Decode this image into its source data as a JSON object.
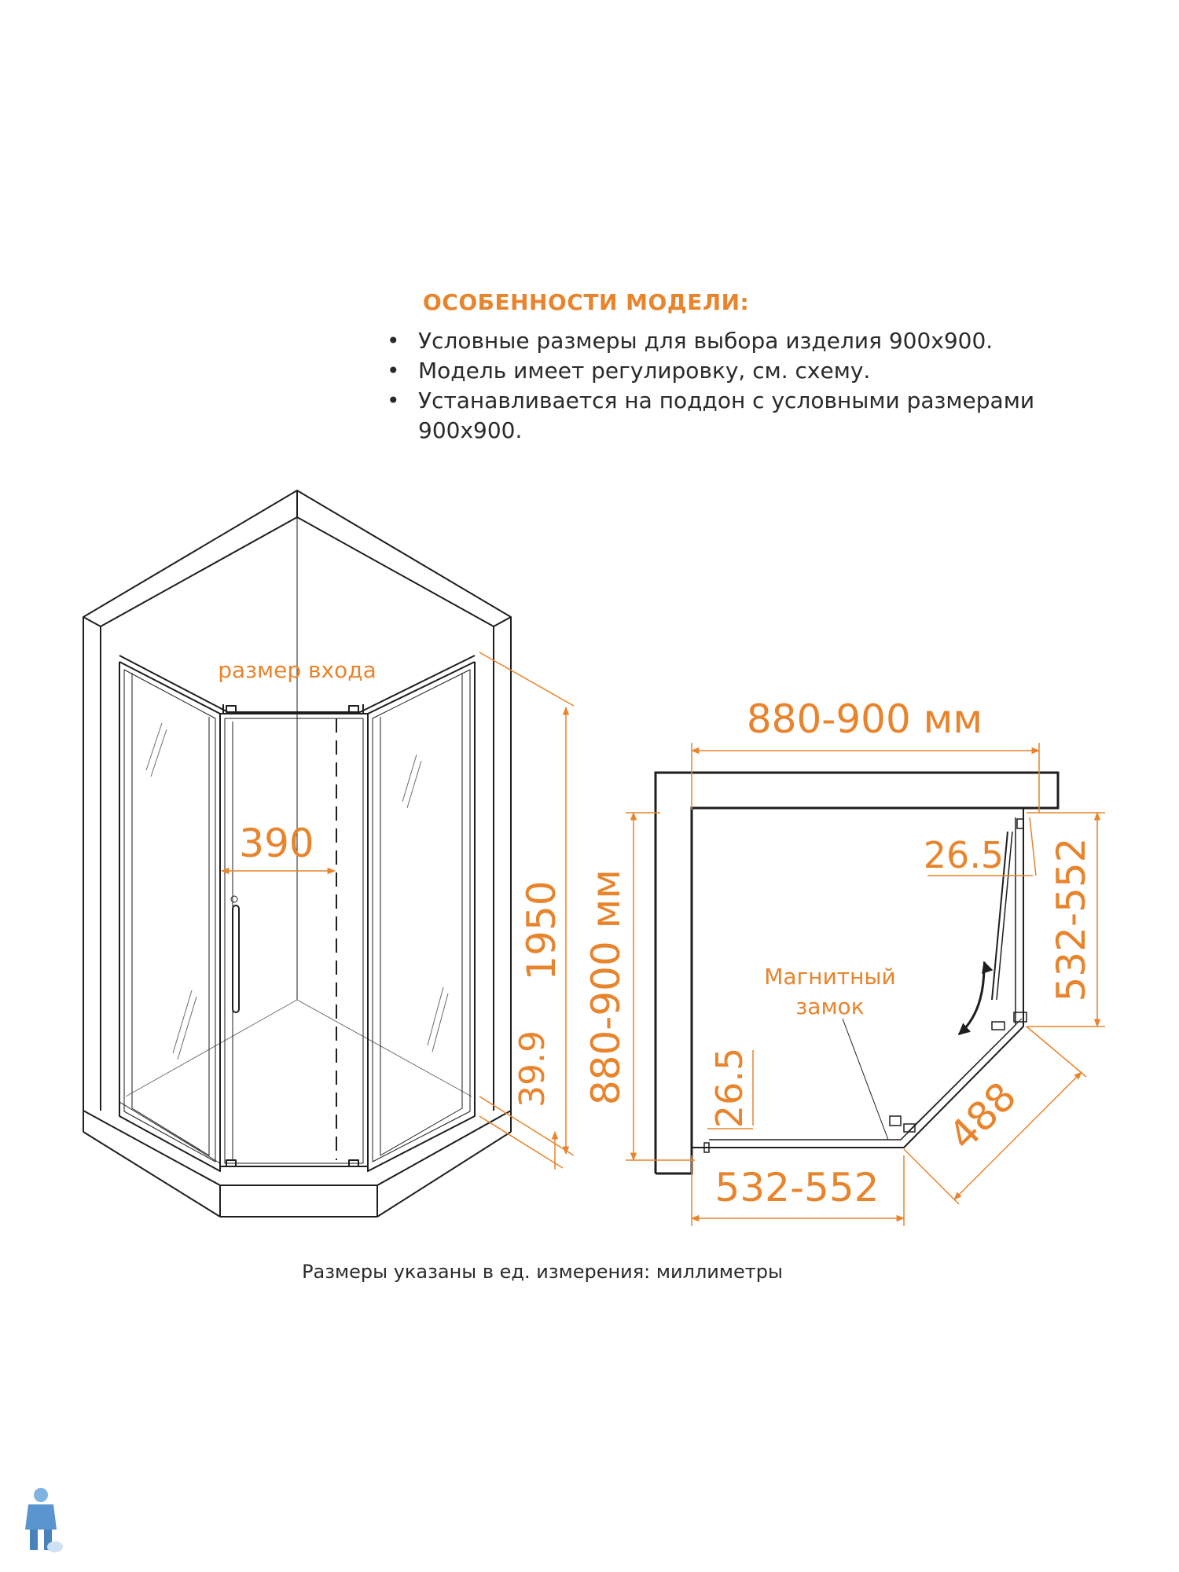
{
  "features": {
    "title": "ОСОБЕННОСТИ МОДЕЛИ:",
    "items": [
      "Условные размеры для выбора изделия 900х900.",
      "Модель имеет регулировку, см. схему.",
      "Устанавливается на поддон с условными размерами 900х900."
    ]
  },
  "front_view": {
    "entrance_label": "размер входа",
    "entrance_width": "390",
    "height": "1950",
    "base_height": "39.9"
  },
  "plan_view": {
    "overall_width": "880-900 мм",
    "overall_depth": "880-900 мм",
    "side_right": "532-552",
    "side_bottom": "532-552",
    "diagonal": "488",
    "offset_top": "26.5",
    "offset_left": "26.5",
    "lock_label_line1": "Магнитный",
    "lock_label_line2": "замок"
  },
  "footer": {
    "note": "Размеры указаны в ед. измерения: миллиметры"
  },
  "colors": {
    "accent": "#e8842c",
    "line": "#1e1e1e"
  },
  "icons": {
    "logo": "plumber-logo-icon"
  }
}
